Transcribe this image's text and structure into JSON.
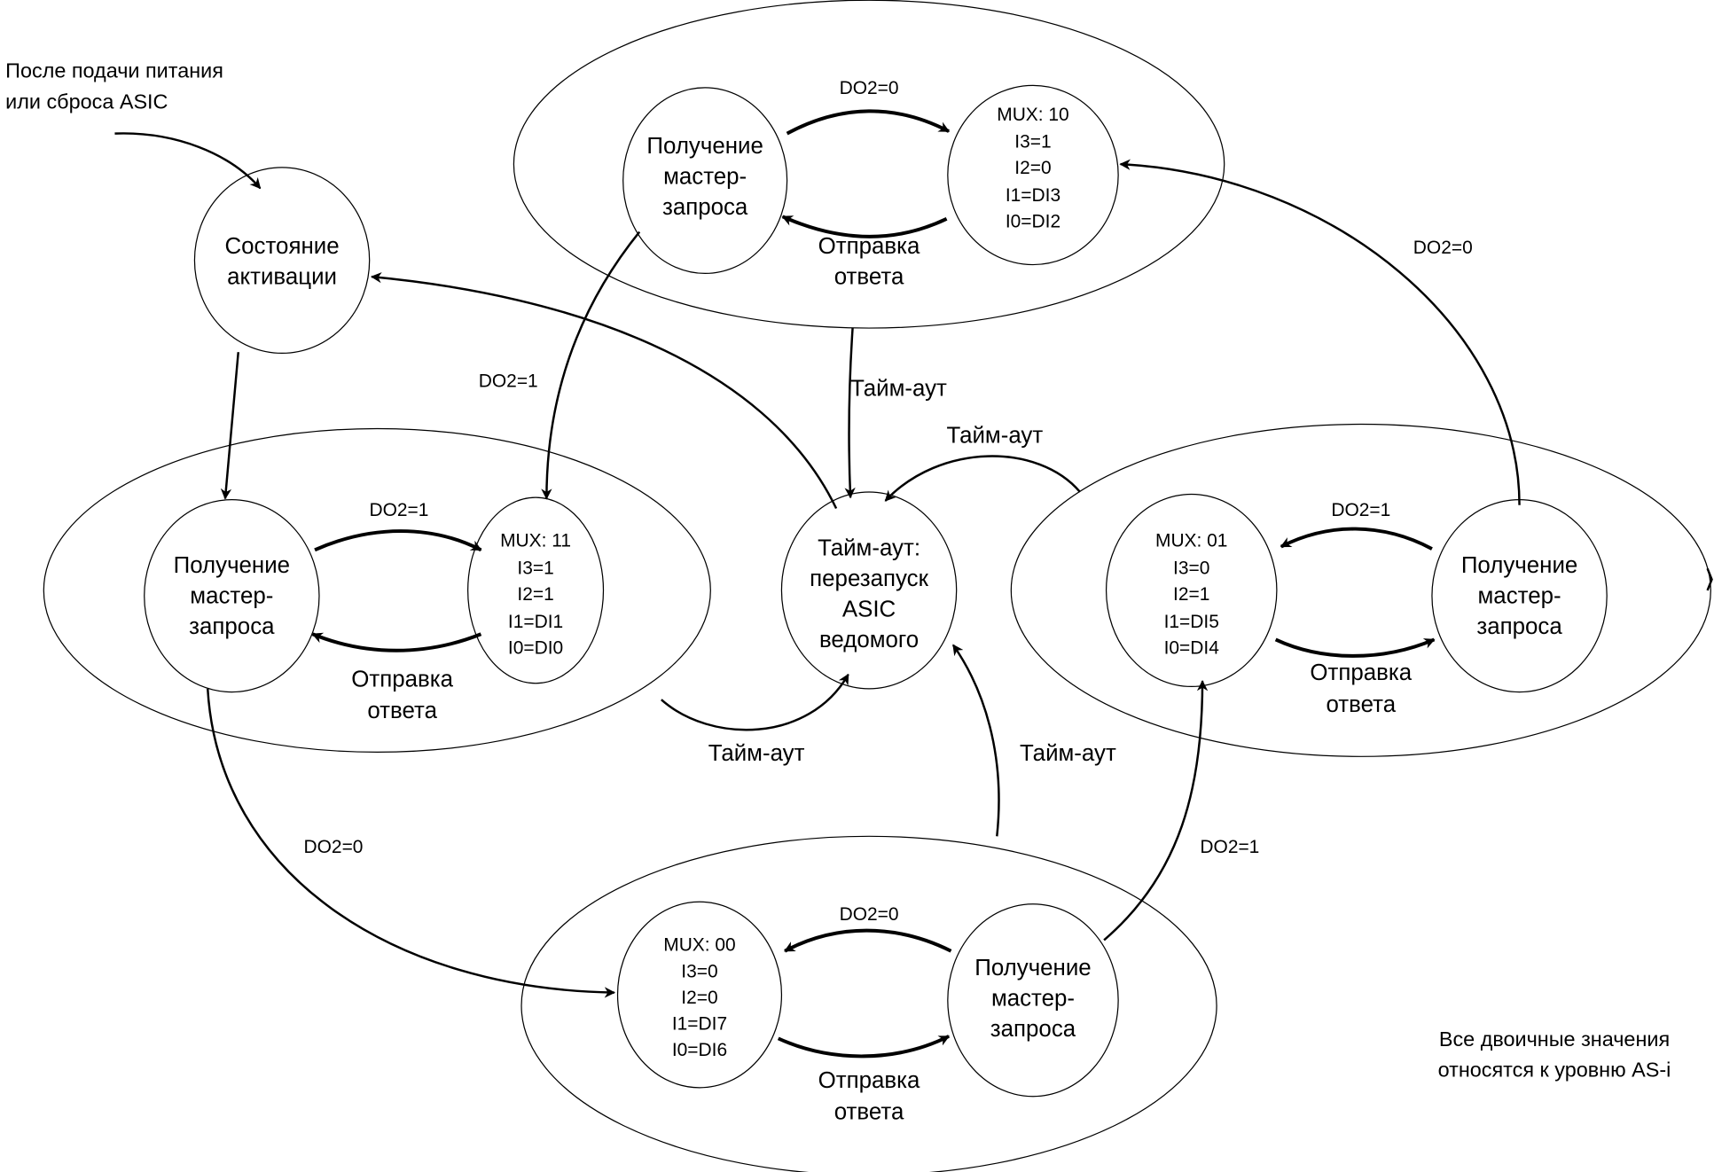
{
  "start_note": [
    "После подачи питания",
    "или сброса ASIC"
  ],
  "activation": [
    "Состояние",
    "активации"
  ],
  "receive": [
    "Получение",
    "мастер-",
    "запроса"
  ],
  "send": [
    "Отправка",
    "ответа"
  ],
  "timeout_state": [
    "Тайм-аут:",
    "перезапуск",
    "ASIC",
    "ведомого"
  ],
  "timeout_label": "Тайм-аут",
  "mux10": [
    "MUX: 10",
    "I3=1",
    "I2=0",
    "I1=DI3",
    "I0=DI2"
  ],
  "mux11": [
    "MUX: 11",
    "I3=1",
    "I2=1",
    "I1=DI1",
    "I0=DI0"
  ],
  "mux01": [
    "MUX: 01",
    "I3=0",
    "I2=1",
    "I1=DI5",
    "I0=DI4"
  ],
  "mux00": [
    "MUX: 00",
    "I3=0",
    "I2=0",
    "I1=DI7",
    "I0=DI6"
  ],
  "do2_0": "DO2=0",
  "do2_1": "DO2=1",
  "footnote": [
    "Все двоичные значения",
    "относятся к уровню AS-i"
  ]
}
